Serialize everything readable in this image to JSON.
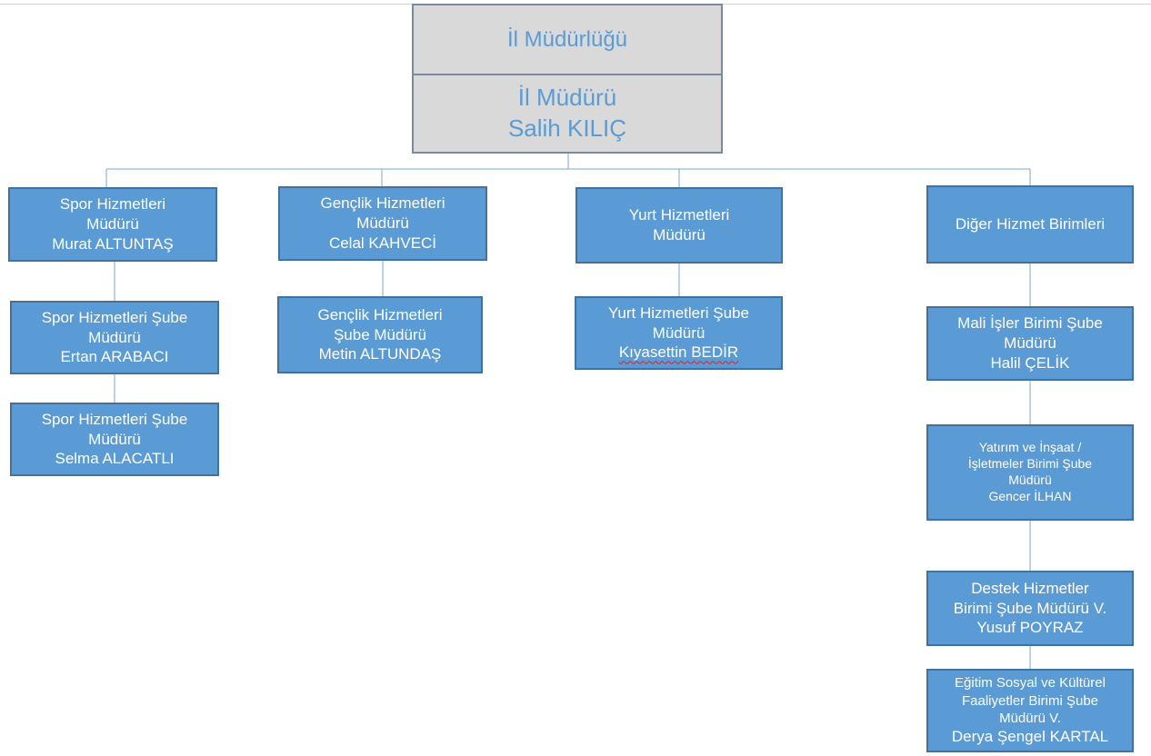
{
  "head": {
    "unit": "İl Müdürlüğü",
    "role": "İl Müdürü",
    "name": "Salih KILIÇ"
  },
  "columns": [
    {
      "director": {
        "lines": [
          "Spor Hizmetleri",
          "Müdürü",
          "Murat ALTUNTAŞ"
        ]
      },
      "units": [
        {
          "lines": [
            "Spor Hizmetleri Şube",
            "Müdürü",
            "Ertan ARABACI"
          ]
        },
        {
          "lines": [
            "Spor Hizmetleri Şube",
            "Müdürü",
            "Selma ALACATLI"
          ]
        }
      ]
    },
    {
      "director": {
        "lines": [
          "Gençlik Hizmetleri",
          "Müdürü",
          "Celal KAHVECİ"
        ]
      },
      "units": [
        {
          "lines": [
            "Gençlik Hizmetleri",
            "Şube Müdürü",
            "Metin ALTUNDAŞ"
          ]
        }
      ]
    },
    {
      "director": {
        "lines": [
          "Yurt Hizmetleri",
          "Müdürü"
        ]
      },
      "units": [
        {
          "lines": [
            "Yurt Hizmetleri Şube",
            "Müdürü",
            "Kıyasettin BEDİR"
          ]
        }
      ]
    },
    {
      "director": {
        "lines": [
          "Diğer Hizmet Birimleri"
        ]
      },
      "units": [
        {
          "lines": [
            "Mali İşler Birimi Şube",
            "Müdürü",
            "Halil ÇELİK"
          ]
        },
        {
          "lines": [
            "Yatırım ve İnşaat /",
            "İşletmeler Birimi Şube",
            "Müdürü",
            "Gencer İLHAN"
          ]
        },
        {
          "lines": [
            "Destek Hizmetler",
            "Birimi Şube Müdürü V.",
            "Yusuf POYRAZ"
          ]
        },
        {
          "lines": [
            "Eğitim Sosyal ve Kültürel",
            "Faaliyetler Birimi Şube",
            "Müdürü V.",
            "Derya Şengel KARTAL"
          ]
        }
      ]
    }
  ]
}
